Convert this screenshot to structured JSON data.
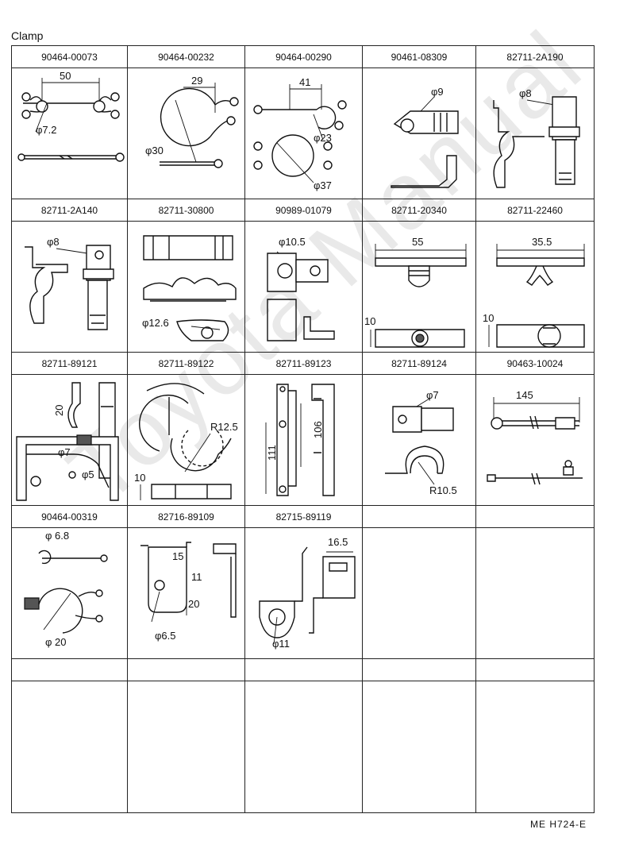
{
  "page": {
    "title": "Clamp",
    "footer": "ME  H724-E",
    "watermark": "Toyota Manual"
  },
  "rows": [
    [
      "90464-00073",
      "90464-00232",
      "90464-00290",
      "90461-08309",
      "82711-2A190"
    ],
    [
      "82711-2A140",
      "82711-30800",
      "90989-01079",
      "82711-20340",
      "82711-22460"
    ],
    [
      "82711-89121",
      "82711-89122",
      "82711-89123",
      "82711-89124",
      "90463-10024"
    ],
    [
      "90464-00319",
      "82716-89109",
      "82715-89119",
      "",
      ""
    ],
    [
      "",
      "",
      "",
      "",
      ""
    ]
  ],
  "dims": {
    "r1c1": [
      "50",
      "φ7.2"
    ],
    "r1c2": [
      "29",
      "φ30"
    ],
    "r1c3": [
      "41",
      "φ23",
      "φ37"
    ],
    "r1c4": [
      "φ9"
    ],
    "r1c5": [
      "φ8"
    ],
    "r2c1": [
      "φ8"
    ],
    "r2c2": [
      "φ12.6"
    ],
    "r2c3": [
      "φ10.5"
    ],
    "r2c4": [
      "55",
      "10"
    ],
    "r2c5": [
      "35.5",
      "10"
    ],
    "r3c1": [
      "20",
      "φ7",
      "φ5"
    ],
    "r3c2": [
      "R12.5",
      "10"
    ],
    "r3c3": [
      "106",
      "111"
    ],
    "r3c4": [
      "φ7",
      "R10.5"
    ],
    "r3c5": [
      "145"
    ],
    "r4c1": [
      "φ 6.8",
      "φ 20"
    ],
    "r4c2": [
      "15",
      "11",
      "20",
      "φ6.5"
    ],
    "r4c3": [
      "16.5",
      "φ11"
    ]
  }
}
